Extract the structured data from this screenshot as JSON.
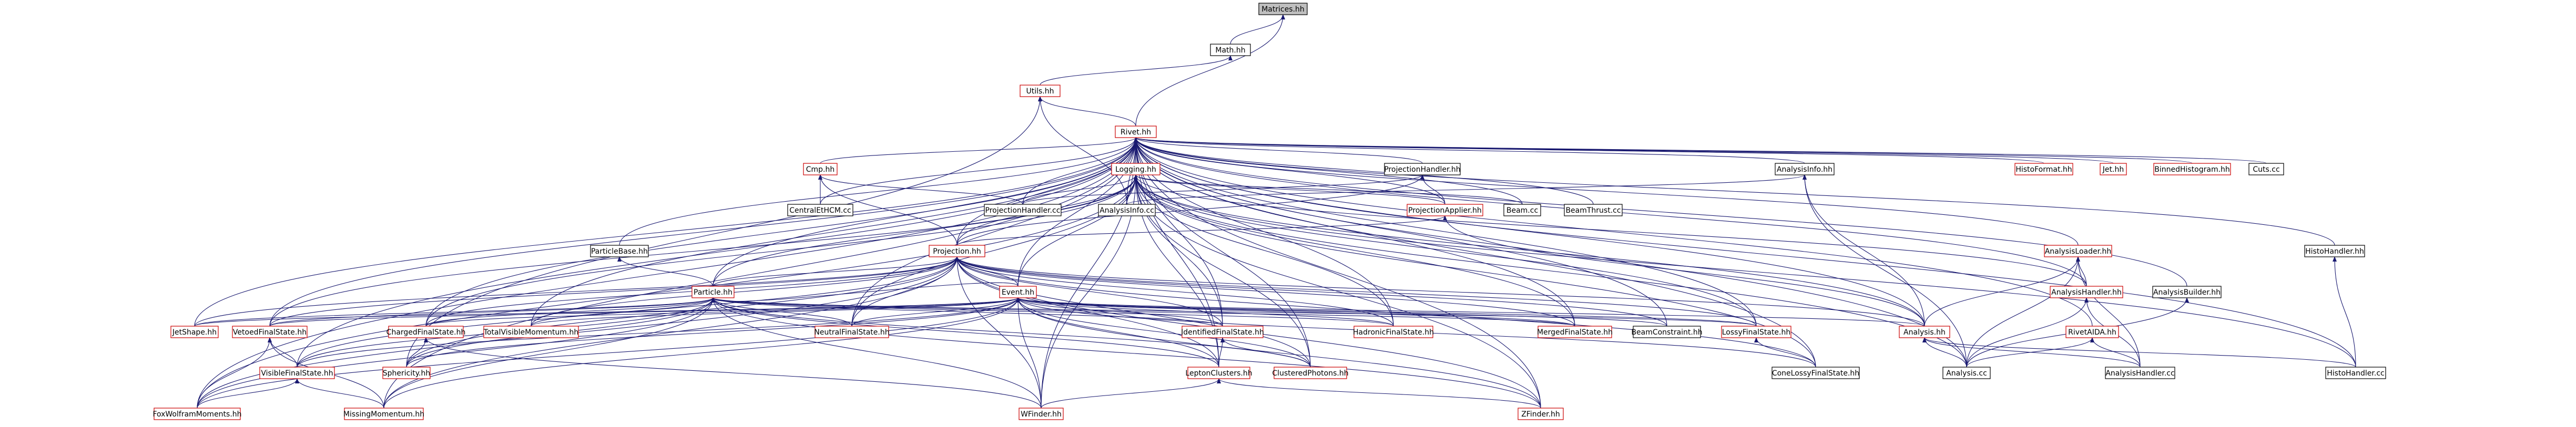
{
  "colors": {
    "edge": "#191970",
    "red_border": "#cc0000",
    "black_border": "#000000",
    "root_fill": "#bfbfbf"
  },
  "nodes": [
    {
      "id": "Matrices",
      "label": "Matrices.hh",
      "style": "root"
    },
    {
      "id": "Math",
      "label": "Math.hh",
      "style": "black"
    },
    {
      "id": "Utils",
      "label": "Utils.hh",
      "style": "red"
    },
    {
      "id": "Rivet",
      "label": "Rivet.hh",
      "style": "red"
    },
    {
      "id": "Cmp",
      "label": "Cmp.hh",
      "style": "red"
    },
    {
      "id": "Logging",
      "label": "Logging.hh",
      "style": "red"
    },
    {
      "id": "ProjectionHandler",
      "label": "ProjectionHandler.hh",
      "style": "black"
    },
    {
      "id": "AnalysisInfo",
      "label": "AnalysisInfo.hh",
      "style": "black"
    },
    {
      "id": "HistoFormat",
      "label": "HistoFormat.hh",
      "style": "red"
    },
    {
      "id": "Jet",
      "label": "Jet.hh",
      "style": "red"
    },
    {
      "id": "BinnedHistogram",
      "label": "BinnedHistogram.hh",
      "style": "red"
    },
    {
      "id": "Cuts",
      "label": "Cuts.cc",
      "style": "black"
    },
    {
      "id": "CentralEtHCM",
      "label": "CentralEtHCM.cc",
      "style": "black"
    },
    {
      "id": "ProjectionHandlerCC",
      "label": "ProjectionHandler.cc",
      "style": "black"
    },
    {
      "id": "AnalysisInfoCC",
      "label": "AnalysisInfo.cc",
      "style": "black"
    },
    {
      "id": "ProjectionApplier",
      "label": "ProjectionApplier.hh",
      "style": "red"
    },
    {
      "id": "BeamCC",
      "label": "Beam.cc",
      "style": "black"
    },
    {
      "id": "BeamThrust",
      "label": "BeamThrust.cc",
      "style": "black"
    },
    {
      "id": "ParticleBase",
      "label": "ParticleBase.hh",
      "style": "black"
    },
    {
      "id": "Projection",
      "label": "Projection.hh",
      "style": "red"
    },
    {
      "id": "AnalysisLoader",
      "label": "AnalysisLoader.hh",
      "style": "red"
    },
    {
      "id": "HistoHandlerHH",
      "label": "HistoHandler.hh",
      "style": "black"
    },
    {
      "id": "Particle",
      "label": "Particle.hh",
      "style": "red"
    },
    {
      "id": "Event",
      "label": "Event.hh",
      "style": "red"
    },
    {
      "id": "AnalysisHandler",
      "label": "AnalysisHandler.hh",
      "style": "red"
    },
    {
      "id": "AnalysisBuilder",
      "label": "AnalysisBuilder.hh",
      "style": "black"
    },
    {
      "id": "JetShape",
      "label": "JetShape.hh",
      "style": "red"
    },
    {
      "id": "VetoedFinalState",
      "label": "VetoedFinalState.hh",
      "style": "red"
    },
    {
      "id": "ChargedFinalState",
      "label": "ChargedFinalState.hh",
      "style": "red"
    },
    {
      "id": "TotalVisibleMomentum",
      "label": "TotalVisibleMomentum.hh",
      "style": "red"
    },
    {
      "id": "NeutralFinalState",
      "label": "NeutralFinalState.hh",
      "style": "red"
    },
    {
      "id": "IdentifiedFinalState",
      "label": "IdentifiedFinalState.hh",
      "style": "red"
    },
    {
      "id": "HadronicFinalState",
      "label": "HadronicFinalState.hh",
      "style": "red"
    },
    {
      "id": "MergedFinalState",
      "label": "MergedFinalState.hh",
      "style": "red"
    },
    {
      "id": "BeamConstraint",
      "label": "BeamConstraint.hh",
      "style": "black"
    },
    {
      "id": "LossyFinalState",
      "label": "LossyFinalState.hh",
      "style": "red"
    },
    {
      "id": "Analysis",
      "label": "Analysis.hh",
      "style": "red"
    },
    {
      "id": "RivetAIDA",
      "label": "RivetAIDA.hh",
      "style": "red"
    },
    {
      "id": "VisibleFinalState",
      "label": "VisibleFinalState.hh",
      "style": "red"
    },
    {
      "id": "Sphericity",
      "label": "Sphericity.hh",
      "style": "red"
    },
    {
      "id": "LeptonClusters",
      "label": "LeptonClusters.hh",
      "style": "red"
    },
    {
      "id": "ClusteredPhotons",
      "label": "ClusteredPhotons.hh",
      "style": "red"
    },
    {
      "id": "ConeLossyFinalState",
      "label": "ConeLossyFinalState.hh",
      "style": "black"
    },
    {
      "id": "AnalysisCC",
      "label": "Analysis.cc",
      "style": "black"
    },
    {
      "id": "AnalysisHandlerCC",
      "label": "AnalysisHandler.cc",
      "style": "black"
    },
    {
      "id": "HistoHandlerCC",
      "label": "HistoHandler.cc",
      "style": "black"
    },
    {
      "id": "FoxWolframMoments",
      "label": "FoxWolframMoments.hh",
      "style": "red"
    },
    {
      "id": "MissingMomentum",
      "label": "MissingMomentum.hh",
      "style": "red"
    },
    {
      "id": "WFinder",
      "label": "WFinder.hh",
      "style": "red"
    },
    {
      "id": "ZFinder",
      "label": "ZFinder.hh",
      "style": "red"
    }
  ],
  "edges": [
    [
      "Math",
      "Matrices"
    ],
    [
      "Rivet",
      "Matrices"
    ],
    [
      "Utils",
      "Math"
    ],
    [
      "Rivet",
      "Utils"
    ],
    [
      "AnalysisInfoCC",
      "Utils"
    ],
    [
      "Sphericity",
      "Utils"
    ],
    [
      "Cmp",
      "Rivet"
    ],
    [
      "Logging",
      "Rivet"
    ],
    [
      "ProjectionHandler",
      "Rivet"
    ],
    [
      "AnalysisInfo",
      "Rivet"
    ],
    [
      "HistoFormat",
      "Rivet"
    ],
    [
      "Jet",
      "Rivet"
    ],
    [
      "BinnedHistogram",
      "Rivet"
    ],
    [
      "Cuts",
      "Rivet"
    ],
    [
      "CentralEtHCM",
      "Rivet"
    ],
    [
      "ProjectionHandlerCC",
      "Rivet"
    ],
    [
      "AnalysisInfoCC",
      "Rivet"
    ],
    [
      "ProjectionApplier",
      "Rivet"
    ],
    [
      "BeamCC",
      "Rivet"
    ],
    [
      "BeamThrust",
      "Rivet"
    ],
    [
      "ParticleBase",
      "Rivet"
    ],
    [
      "Projection",
      "Rivet"
    ],
    [
      "AnalysisLoader",
      "Rivet"
    ],
    [
      "HistoHandlerHH",
      "Rivet"
    ],
    [
      "Particle",
      "Rivet"
    ],
    [
      "Event",
      "Rivet"
    ],
    [
      "AnalysisHandler",
      "Rivet"
    ],
    [
      "AnalysisBuilder",
      "Rivet"
    ],
    [
      "JetShape",
      "Rivet"
    ],
    [
      "VetoedFinalState",
      "Rivet"
    ],
    [
      "ChargedFinalState",
      "Rivet"
    ],
    [
      "TotalVisibleMomentum",
      "Rivet"
    ],
    [
      "NeutralFinalState",
      "Rivet"
    ],
    [
      "IdentifiedFinalState",
      "Rivet"
    ],
    [
      "HadronicFinalState",
      "Rivet"
    ],
    [
      "MergedFinalState",
      "Rivet"
    ],
    [
      "BeamConstraint",
      "Rivet"
    ],
    [
      "LossyFinalState",
      "Rivet"
    ],
    [
      "Analysis",
      "Rivet"
    ],
    [
      "RivetAIDA",
      "Rivet"
    ],
    [
      "VisibleFinalState",
      "Rivet"
    ],
    [
      "ClusteredPhotons",
      "Rivet"
    ],
    [
      "ConeLossyFinalState",
      "Rivet"
    ],
    [
      "AnalysisCC",
      "Rivet"
    ],
    [
      "HistoHandlerCC",
      "Rivet"
    ],
    [
      "FoxWolframMoments",
      "Rivet"
    ],
    [
      "MissingMomentum",
      "Rivet"
    ],
    [
      "WFinder",
      "Rivet"
    ],
    [
      "ZFinder",
      "Rivet"
    ],
    [
      "LeptonClusters",
      "Rivet"
    ],
    [
      "CentralEtHCM",
      "Cmp"
    ],
    [
      "ProjectionHandlerCC",
      "Cmp"
    ],
    [
      "Projection",
      "Cmp"
    ],
    [
      "ProjectionHandlerCC",
      "Logging"
    ],
    [
      "AnalysisInfoCC",
      "Logging"
    ],
    [
      "ProjectionApplier",
      "Logging"
    ],
    [
      "BeamCC",
      "Logging"
    ],
    [
      "Projection",
      "Logging"
    ],
    [
      "Particle",
      "Logging"
    ],
    [
      "Event",
      "Logging"
    ],
    [
      "AnalysisHandler",
      "Logging"
    ],
    [
      "Analysis",
      "Logging"
    ],
    [
      "HadronicFinalState",
      "Logging"
    ],
    [
      "MergedFinalState",
      "Logging"
    ],
    [
      "IdentifiedFinalState",
      "Logging"
    ],
    [
      "LossyFinalState",
      "Logging"
    ],
    [
      "ClusteredPhotons",
      "Logging"
    ],
    [
      "ConeLossyFinalState",
      "Logging"
    ],
    [
      "WFinder",
      "Logging"
    ],
    [
      "ZFinder",
      "Logging"
    ],
    [
      "HistoHandlerCC",
      "Logging"
    ],
    [
      "VetoedFinalState",
      "Logging"
    ],
    [
      "NeutralFinalState",
      "Logging"
    ],
    [
      "ChargedFinalState",
      "Logging"
    ],
    [
      "AnalysisCC",
      "Logging"
    ],
    [
      "LeptonClusters",
      "Logging"
    ],
    [
      "FoxWolframMoments",
      "Logging"
    ],
    [
      "ProjectionHandlerCC",
      "ProjectionHandler"
    ],
    [
      "ProjectionApplier",
      "ProjectionHandler"
    ],
    [
      "Projection",
      "ProjectionHandler"
    ],
    [
      "AnalysisInfoCC",
      "AnalysisInfo"
    ],
    [
      "Analysis",
      "AnalysisInfo"
    ],
    [
      "AnalysisCC",
      "AnalysisInfo"
    ],
    [
      "Projection",
      "ProjectionApplier"
    ],
    [
      "Analysis",
      "ProjectionApplier"
    ],
    [
      "Particle",
      "ParticleBase"
    ],
    [
      "Particle",
      "Projection"
    ],
    [
      "Event",
      "Projection"
    ],
    [
      "JetShape",
      "Projection"
    ],
    [
      "VetoedFinalState",
      "Projection"
    ],
    [
      "ChargedFinalState",
      "Projection"
    ],
    [
      "TotalVisibleMomentum",
      "Projection"
    ],
    [
      "NeutralFinalState",
      "Projection"
    ],
    [
      "IdentifiedFinalState",
      "Projection"
    ],
    [
      "HadronicFinalState",
      "Projection"
    ],
    [
      "MergedFinalState",
      "Projection"
    ],
    [
      "LossyFinalState",
      "Projection"
    ],
    [
      "Analysis",
      "Projection"
    ],
    [
      "VisibleFinalState",
      "Projection"
    ],
    [
      "Sphericity",
      "Projection"
    ],
    [
      "LeptonClusters",
      "Projection"
    ],
    [
      "ClusteredPhotons",
      "Projection"
    ],
    [
      "FoxWolframMoments",
      "Projection"
    ],
    [
      "MissingMomentum",
      "Projection"
    ],
    [
      "WFinder",
      "Projection"
    ],
    [
      "ZFinder",
      "Projection"
    ],
    [
      "BeamConstraint",
      "Projection"
    ],
    [
      "ConeLossyFinalState",
      "Projection"
    ],
    [
      "Analysis",
      "AnalysisLoader"
    ],
    [
      "AnalysisHandler",
      "AnalysisLoader"
    ],
    [
      "AnalysisCC",
      "AnalysisLoader"
    ],
    [
      "AnalysisHandlerCC",
      "AnalysisLoader"
    ],
    [
      "HistoHandlerCC",
      "HistoHandlerHH"
    ],
    [
      "Event",
      "Particle"
    ],
    [
      "JetShape",
      "Particle"
    ],
    [
      "VetoedFinalState",
      "Particle"
    ],
    [
      "ChargedFinalState",
      "Particle"
    ],
    [
      "TotalVisibleMomentum",
      "Particle"
    ],
    [
      "NeutralFinalState",
      "Particle"
    ],
    [
      "IdentifiedFinalState",
      "Particle"
    ],
    [
      "HadronicFinalState",
      "Particle"
    ],
    [
      "MergedFinalState",
      "Particle"
    ],
    [
      "LossyFinalState",
      "Particle"
    ],
    [
      "VisibleFinalState",
      "Particle"
    ],
    [
      "Sphericity",
      "Particle"
    ],
    [
      "LeptonClusters",
      "Particle"
    ],
    [
      "ClusteredPhotons",
      "Particle"
    ],
    [
      "FoxWolframMoments",
      "Particle"
    ],
    [
      "MissingMomentum",
      "Particle"
    ],
    [
      "WFinder",
      "Particle"
    ],
    [
      "ZFinder",
      "Particle"
    ],
    [
      "Analysis",
      "Event"
    ],
    [
      "JetShape",
      "Event"
    ],
    [
      "VetoedFinalState",
      "Event"
    ],
    [
      "ChargedFinalState",
      "Event"
    ],
    [
      "TotalVisibleMomentum",
      "Event"
    ],
    [
      "NeutralFinalState",
      "Event"
    ],
    [
      "IdentifiedFinalState",
      "Event"
    ],
    [
      "HadronicFinalState",
      "Event"
    ],
    [
      "MergedFinalState",
      "Event"
    ],
    [
      "BeamConstraint",
      "Event"
    ],
    [
      "LossyFinalState",
      "Event"
    ],
    [
      "VisibleFinalState",
      "Event"
    ],
    [
      "Sphericity",
      "Event"
    ],
    [
      "LeptonClusters",
      "Event"
    ],
    [
      "ClusteredPhotons",
      "Event"
    ],
    [
      "ConeLossyFinalState",
      "Event"
    ],
    [
      "FoxWolframMoments",
      "Event"
    ],
    [
      "MissingMomentum",
      "Event"
    ],
    [
      "WFinder",
      "Event"
    ],
    [
      "ZFinder",
      "Event"
    ],
    [
      "AnalysisCC",
      "AnalysisHandler"
    ],
    [
      "AnalysisHandlerCC",
      "AnalysisHandler"
    ],
    [
      "AnalysisCC",
      "AnalysisBuilder"
    ],
    [
      "VisibleFinalState",
      "VetoedFinalState"
    ],
    [
      "FoxWolframMoments",
      "VetoedFinalState"
    ],
    [
      "MissingMomentum",
      "VetoedFinalState"
    ],
    [
      "Sphericity",
      "ChargedFinalState"
    ],
    [
      "WFinder",
      "ChargedFinalState"
    ],
    [
      "LeptonClusters",
      "IdentifiedFinalState"
    ],
    [
      "ClusteredPhotons",
      "IdentifiedFinalState"
    ],
    [
      "ConeLossyFinalState",
      "LossyFinalState"
    ],
    [
      "AnalysisCC",
      "Analysis"
    ],
    [
      "AnalysisHandlerCC",
      "Analysis"
    ],
    [
      "HistoHandlerCC",
      "Analysis"
    ],
    [
      "AnalysisCC",
      "RivetAIDA"
    ],
    [
      "AnalysisHandlerCC",
      "RivetAIDA"
    ],
    [
      "FoxWolframMoments",
      "VisibleFinalState"
    ],
    [
      "MissingMomentum",
      "VisibleFinalState"
    ],
    [
      "WFinder",
      "LeptonClusters"
    ],
    [
      "ZFinder",
      "LeptonClusters"
    ]
  ]
}
